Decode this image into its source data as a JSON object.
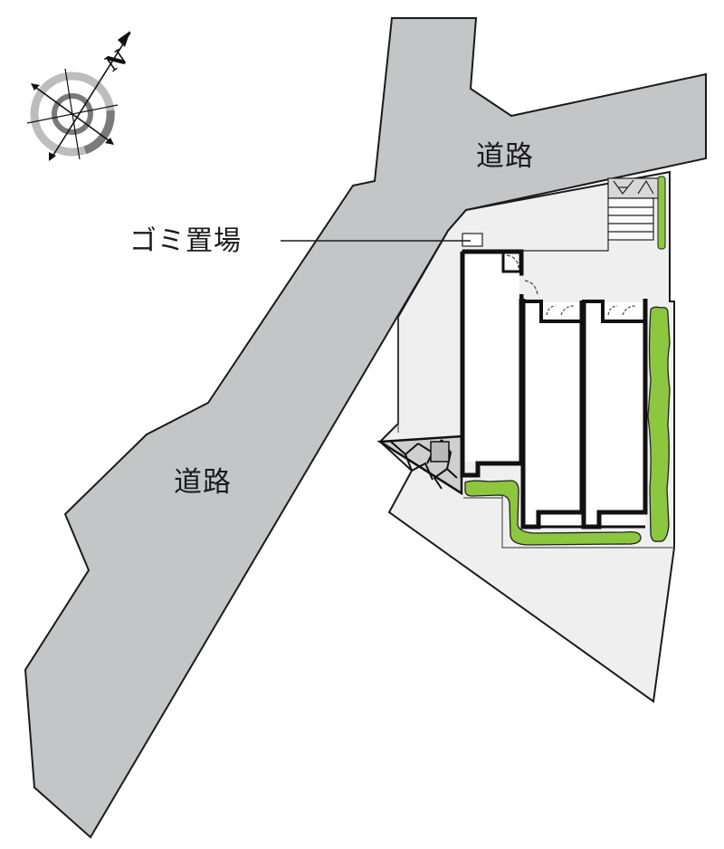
{
  "map": {
    "type": "site-plan",
    "colors": {
      "road": "#c4c5c7",
      "site": "#efefef",
      "building": "#ffffff",
      "wall": "#111111",
      "greenery": "#8dc63f",
      "paving": "#d8d8d8",
      "compass_light": "#bdbdbd",
      "compass_dark": "#7a7a7a"
    },
    "labels": {
      "road_north": "道路",
      "road_west": "道路",
      "garbage": "ゴミ置場"
    },
    "compass": {
      "north_letter": "N",
      "icon": "north-arrow-compass-icon"
    }
  }
}
